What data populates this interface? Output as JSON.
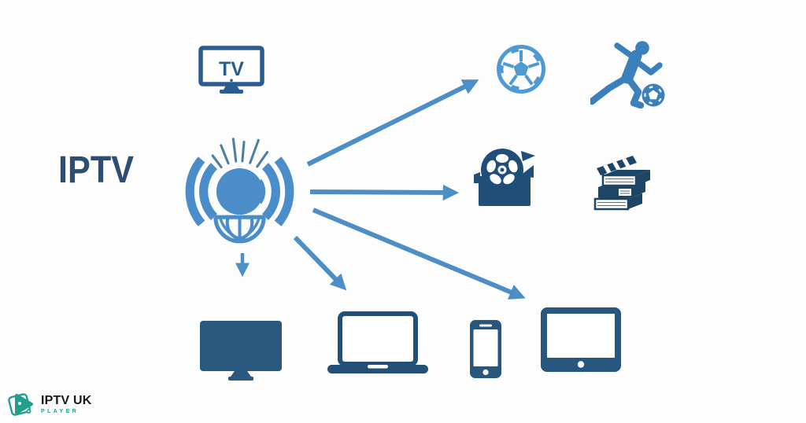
{
  "labels": {
    "main_title": "IPTV",
    "tv_screen_text": "TV"
  },
  "logo": {
    "brand": "IPTV UK",
    "subtitle": "PLAYER"
  },
  "diagram": {
    "source": "iptv-broadcast-hub",
    "source_parts": [
      "signal-waves",
      "broadcast-rays",
      "globe"
    ],
    "input_icon": "tv-set",
    "content_types": [
      "soccer-ball",
      "running-footballer",
      "film-reel",
      "book-stack-clapperboard"
    ],
    "devices": [
      "tv-monitor",
      "laptop",
      "smartphone",
      "tablet"
    ],
    "arrows": [
      {
        "from": "hub",
        "to": "soccer-ball"
      },
      {
        "from": "hub",
        "to": "film-reel"
      },
      {
        "from": "hub",
        "to": "tv-monitor"
      },
      {
        "from": "hub",
        "to": "laptop"
      },
      {
        "from": "hub",
        "to": "tablet"
      }
    ]
  },
  "colors": {
    "background": "#fdfdfe",
    "title_blue": "#2e4d72",
    "hub_blue": "#4a8dc8",
    "ray_blue": "#4d7f9f",
    "arrow_blue": "#4c8fc6",
    "soccer_light_blue": "#4f9ad2",
    "runner_blue": "#3b80bb",
    "tv_outline_blue": "#2b5c8f",
    "media_navy": "#1f4e79",
    "books_navy": "#1d4566",
    "device_slate_blue": "#2a587f",
    "logo_teal": "#1fa08a",
    "logo_text_dark": "#17171f"
  }
}
